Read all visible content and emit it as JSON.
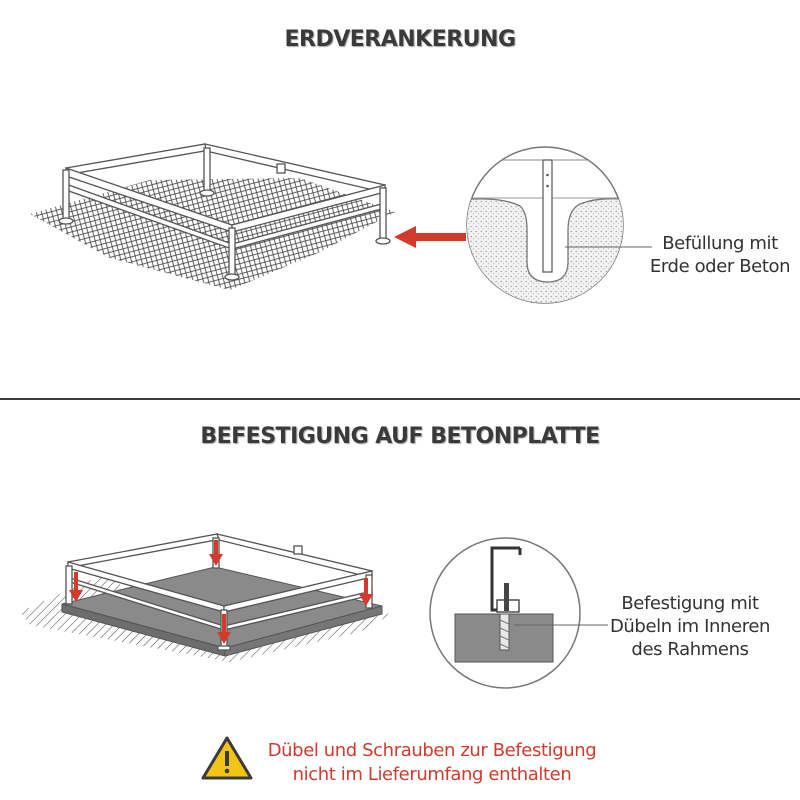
{
  "sections": [
    {
      "title": "ERDVERANKERUNG",
      "detail_label": [
        "Befüllung mit",
        "Erde oder Beton"
      ]
    },
    {
      "title": "BEFESTIGUNG AUF BETONPLATTE",
      "detail_label": [
        "Befestigung mit",
        "Dübeln im Inneren",
        "des Rahmens"
      ]
    }
  ],
  "warning": {
    "icon": "warning-triangle-icon",
    "lines": [
      "Dübel und Schrauben zur Befestigung",
      "nicht im Lieferumfang enthalten"
    ]
  },
  "colors": {
    "accent_red": "#d23a2b",
    "warning_yellow": "#f2c418",
    "concrete": "#8a8a8a",
    "text": "#333333"
  }
}
